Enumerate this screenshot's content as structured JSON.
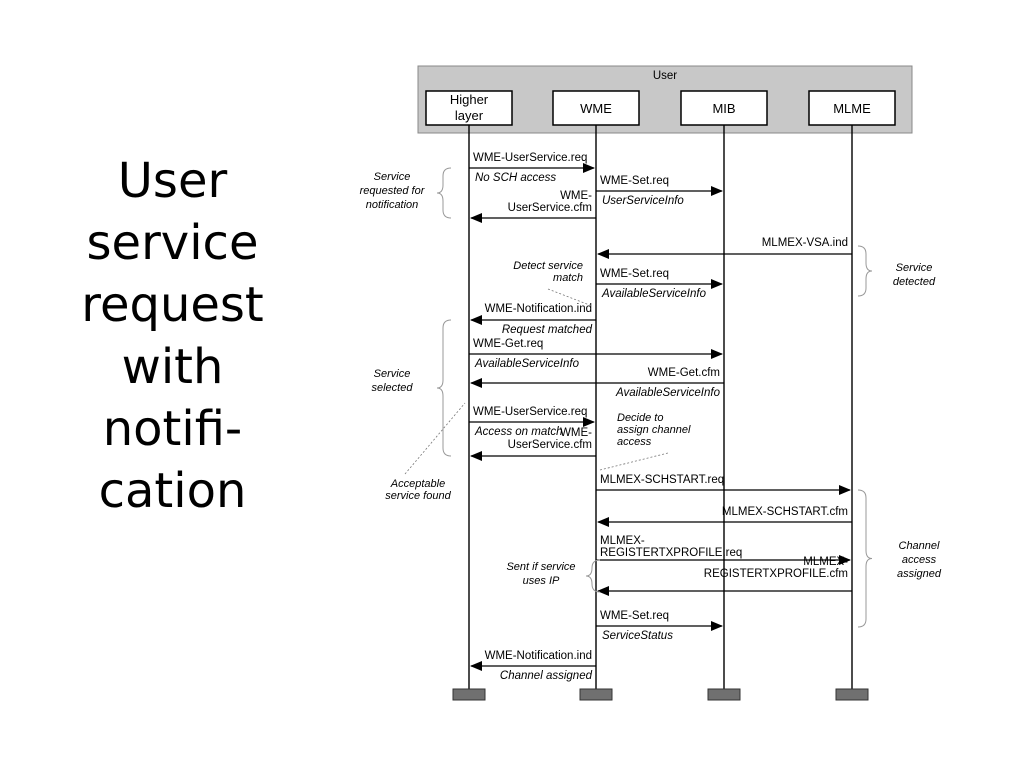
{
  "slide": {
    "title_lines": [
      "User",
      "service",
      "request",
      "with",
      "notifi-",
      "cation"
    ]
  },
  "colors": {
    "user_band": "#c8c8c8",
    "lifeline_foot": "#707070",
    "line": "#000000"
  },
  "diagram": {
    "user_band_label": "User",
    "entities": [
      {
        "lines": [
          "Higher",
          "layer"
        ]
      },
      {
        "lines": [
          "WME"
        ]
      },
      {
        "lines": [
          "MIB"
        ]
      },
      {
        "lines": [
          "MLME"
        ]
      }
    ],
    "messages": [
      {
        "lines": [
          "WME-UserService.req"
        ],
        "param": "No SCH access"
      },
      {
        "lines": [
          "WME-Set.req"
        ],
        "param": "UserServiceInfo"
      },
      {
        "lines": [
          "WME-",
          "UserService.cfm"
        ],
        "param": ""
      },
      {
        "lines": [
          "MLMEX-VSA.ind"
        ],
        "param": ""
      },
      {
        "lines": [
          "WME-Set.req"
        ],
        "param": "AvailableServiceInfo"
      },
      {
        "lines": [
          "WME-Notification.ind"
        ],
        "param": "Request matched"
      },
      {
        "lines": [
          "WME-Get.req"
        ],
        "param": "AvailableServiceInfo"
      },
      {
        "lines": [
          "WME-Get.cfm"
        ],
        "param": "AvailableServiceInfo"
      },
      {
        "lines": [
          "WME-UserService.req"
        ],
        "param": "Access on match"
      },
      {
        "lines": [
          "WME-",
          "UserService.cfm"
        ],
        "param": ""
      },
      {
        "lines": [
          "MLMEX-SCHSTART.req"
        ],
        "param": ""
      },
      {
        "lines": [
          "MLMEX-SCHSTART.cfm"
        ],
        "param": ""
      },
      {
        "lines": [
          "MLMEX-",
          "REGISTERTXPROFILE.req"
        ],
        "param": ""
      },
      {
        "lines": [
          "MLMEX-",
          "REGISTERTXPROFILE.cfm"
        ],
        "param": ""
      },
      {
        "lines": [
          "WME-Set.req"
        ],
        "param": "ServiceStatus"
      },
      {
        "lines": [
          "WME-Notification.ind"
        ],
        "param": "Channel assigned"
      }
    ],
    "annotations": [
      {
        "lines": [
          "Service",
          "requested for",
          "notification"
        ]
      },
      {
        "lines": [
          "Service",
          "detected"
        ]
      },
      {
        "lines": [
          "Detect service",
          "match"
        ]
      },
      {
        "lines": [
          "Service",
          "selected"
        ]
      },
      {
        "lines": [
          "Decide to",
          "assign channel",
          "access"
        ]
      },
      {
        "lines": [
          "Acceptable",
          "service found"
        ]
      },
      {
        "lines": [
          "Channel",
          "access",
          "assigned"
        ]
      },
      {
        "lines": [
          "Sent if service",
          "uses IP"
        ]
      }
    ]
  }
}
